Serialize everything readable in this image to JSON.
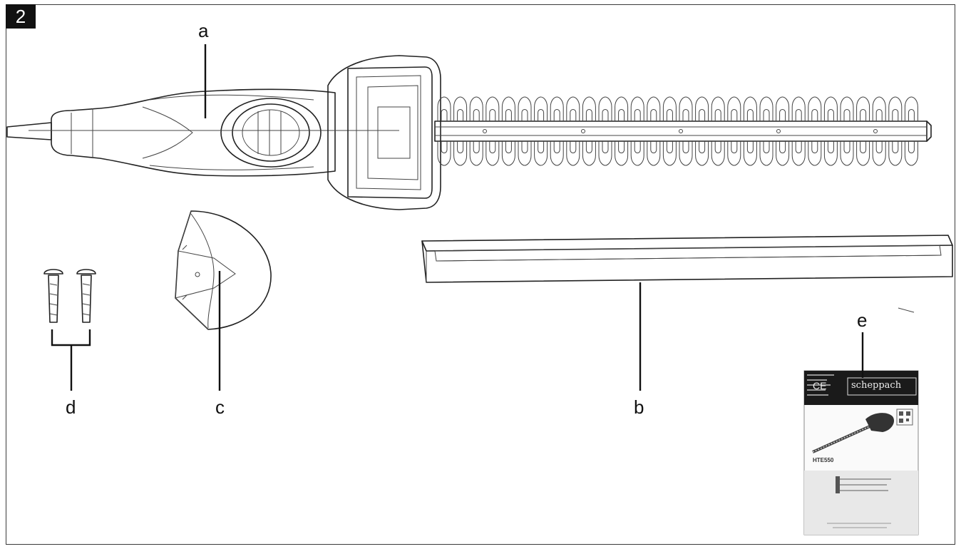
{
  "figure": {
    "number": "2",
    "labels": {
      "a": "a",
      "b": "b",
      "c": "c",
      "d": "d",
      "e": "e"
    }
  },
  "manual": {
    "brand": "scheppach",
    "ce_mark": "CE",
    "model": "HTE550"
  }
}
